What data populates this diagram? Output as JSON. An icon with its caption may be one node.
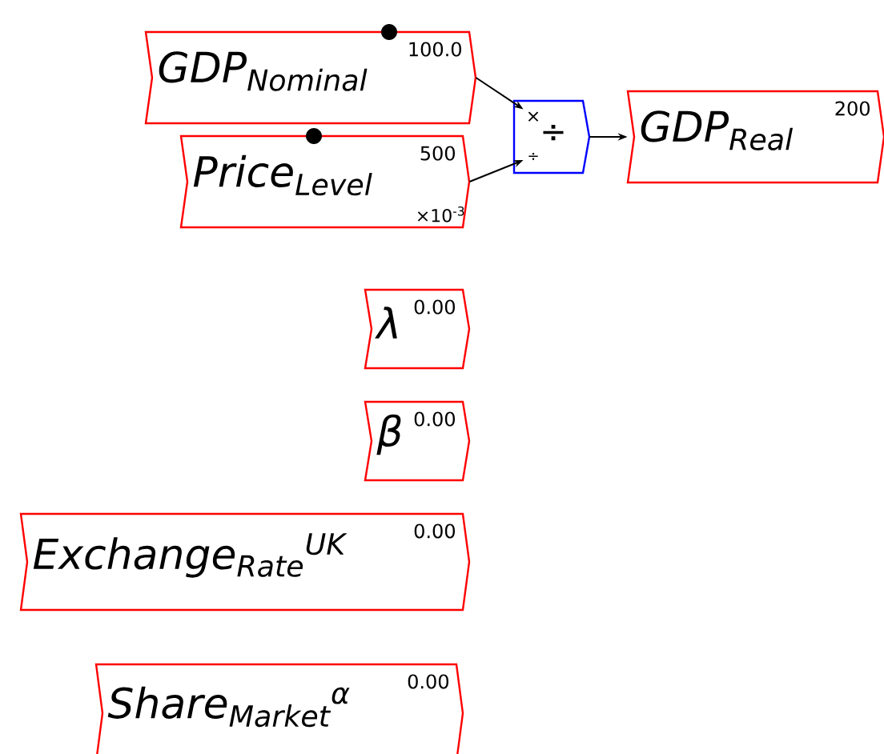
{
  "diagram": {
    "nodes": [
      {
        "text": [
          "GDP$_{Nominal}$",
          "100.0"
        ]
      },
      {
        "text": [
          "Price$_{Level}$",
          "500",
          "×10$^{-3}$"
        ]
      },
      {
        "text": [
          "÷",
          "×",
          "÷"
        ]
      },
      {
        "text": [
          "GDP$_{Real}$",
          "200"
        ]
      },
      {
        "text": [
          "λ",
          "0.00"
        ]
      },
      {
        "text": [
          "β",
          "0.00"
        ]
      },
      {
        "text": [
          "Exchange$_{Rate}$$^{UK}$",
          "0.00"
        ]
      },
      {
        "text": [
          "Share$_{Market}$$^{α}$",
          "0.00"
        ]
      }
    ],
    "edges": [
      {
        "from": 0,
        "to": 2,
        "arrow": "to"
      },
      {
        "from": 1,
        "to": 2,
        "arrow": "to"
      },
      {
        "from": 2,
        "to": 3,
        "arrow": "to"
      }
    ]
  }
}
